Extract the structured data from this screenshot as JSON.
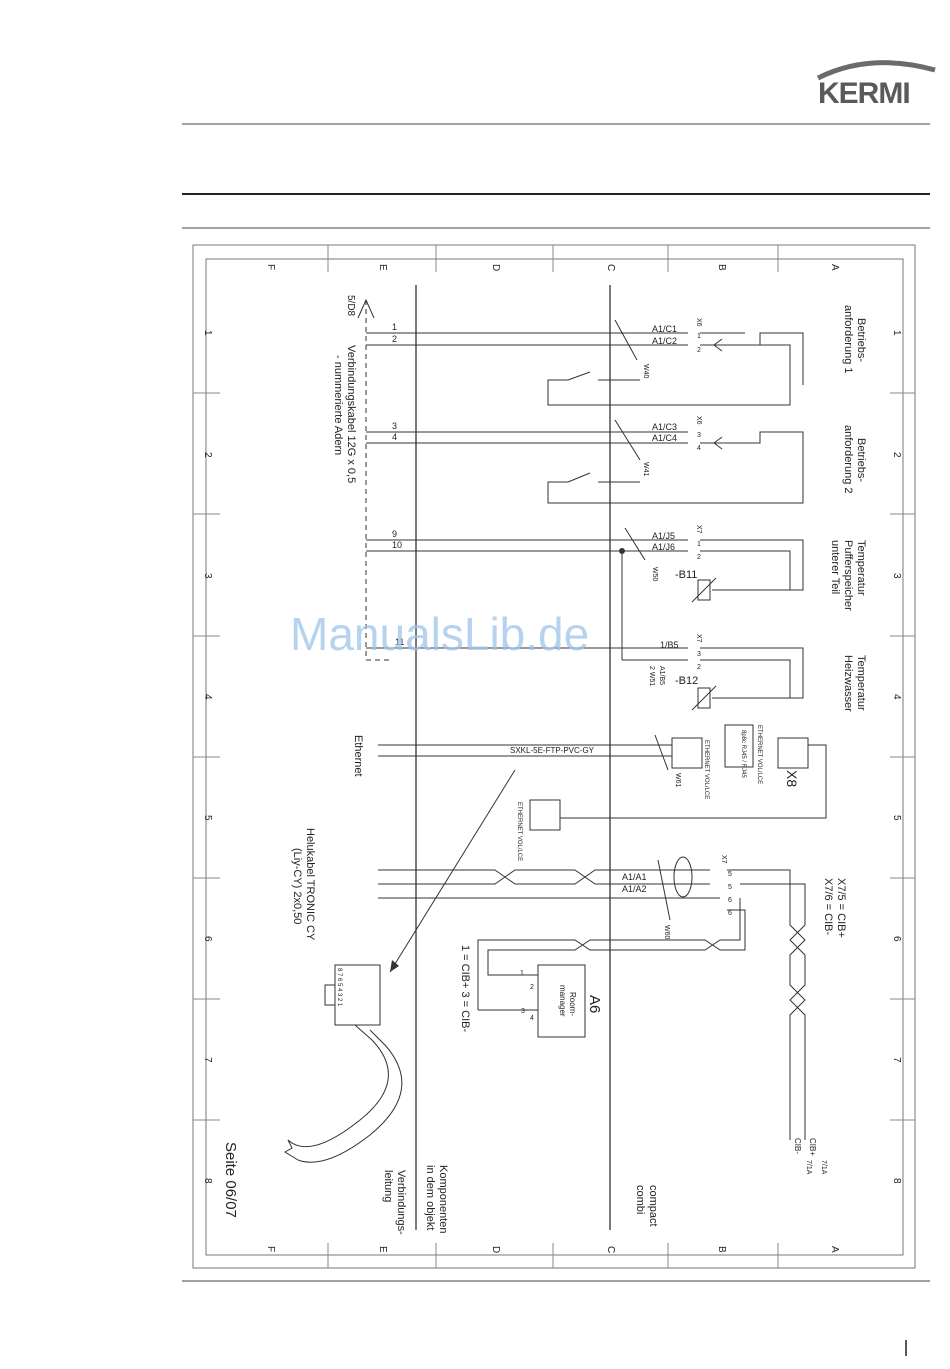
{
  "brand": {
    "logo_text": "KERMI"
  },
  "watermark": "ManualsLib.de",
  "footer": {
    "page_label": "Seite 06/07"
  },
  "frame": {
    "col_letters": [
      "A",
      "B",
      "C",
      "D",
      "E",
      "F"
    ],
    "row_numbers": [
      "1",
      "2",
      "3",
      "4",
      "5",
      "6",
      "7",
      "8"
    ]
  },
  "wires": {
    "cable_numbers": [
      "1",
      "2",
      "3",
      "4",
      "9",
      "10",
      "11"
    ],
    "ref_top": "5/D8"
  },
  "terminals": {
    "a1_c1": "A1/C1",
    "a1_c2": "A1/C2",
    "a1_c3": "A1/C3",
    "a1_c4": "A1/C4",
    "a1_j5": "A1/J5",
    "a1_j6": "A1/J6",
    "a1_b5": "1/B5",
    "a1_a1": "A1/A1",
    "a1_a2": "A1/A2",
    "x6": "X6",
    "x7": "X7",
    "a1_b5_label": "A1/B5",
    "pin1": "1",
    "pin2": "2",
    "pin3": "3",
    "pin4": "4",
    "pin5": "5",
    "pin6": "6"
  },
  "cables": {
    "w40": "W40",
    "w41": "W41",
    "w50": "W50",
    "w51": "2 W51",
    "w60": "W60",
    "w61": "W61"
  },
  "sensors": {
    "b11": "-B11",
    "b12": "-B12"
  },
  "labels": {
    "betrieb1_l1": "Betriebs-",
    "betrieb1_l2": "anforderung 1",
    "betrieb2_l1": "Betriebs-",
    "betrieb2_l2": "anforderung 2",
    "temp_puffer_l1": "Temperatur",
    "temp_puffer_l2": "Pufferspeicher",
    "temp_puffer_l3": "unterer Teil",
    "temp_heiz_l1": "Temperatur",
    "temp_heiz_l2": "Heizwasser",
    "ethernet": "Ethernet",
    "cable_type": "SXKL-5E-FTP-PVC-GY",
    "eth_vol": "ETHERNET VOL/LCE",
    "x8": "X8",
    "rj45": "8p8c RJ45 / RJ45",
    "verbindung_l1": "Verbindungskabel 12G x 0,5",
    "verbindung_l2": "- nummerierte Adern",
    "helukabel_l1": "Helukabel TRONIC CY",
    "helukabel_l2": "(Liy-CY) 2x0,50",
    "cib_l1": "X7/5 = CIB+",
    "cib_l2": "X7/6 = CIB-",
    "cib_key_l1": "1 = CIB+   3 = CIB-",
    "a6": "A6",
    "roommanager_l1": "Room-",
    "roommanager_l2": "manager",
    "cib_plus_end": "CIB+",
    "cib_minus_end": "CIB-",
    "end_ref": "7/1A",
    "plug_pins": "8 7 6 5 4 3 2 1",
    "section_compact_l1": "compact",
    "section_compact_l2": "combi",
    "section_komp_l1": "Komponenten",
    "section_komp_l2": "in dem objekt",
    "section_verb_l1": "Verbindungs-",
    "section_verb_l2": "leitung"
  }
}
